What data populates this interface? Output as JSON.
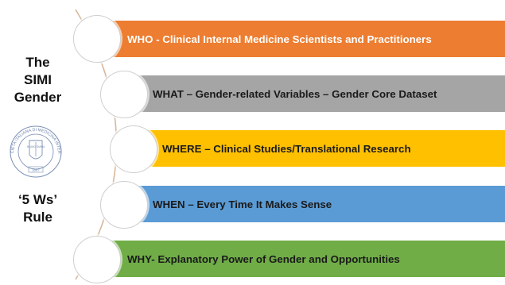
{
  "left": {
    "title_lines": [
      "The",
      "SIMI",
      "Gender"
    ],
    "rule_lines": [
      "‘5 Ws’",
      "Rule"
    ],
    "logo_text": "SOCIETA ITALIANA DI MEDICINA INTERNA",
    "logo_inner": "IN UNO OMNIA",
    "logo_year": "1887"
  },
  "items": [
    {
      "label": "WHO - Clinical Internal Medicine Scientists and Practitioners",
      "color": "#ED7D31"
    },
    {
      "label": "WHAT – Gender-related Variables – Gender Core Dataset",
      "color": "#A5A5A5"
    },
    {
      "label": "WHERE – Clinical Studies/Translational Research",
      "color": "#FFC000"
    },
    {
      "label": "WHEN –  Every Time It Makes Sense",
      "color": "#5B9BD5"
    },
    {
      "label": "WHY- Explanatory Power of Gender and Opportunities",
      "color": "#70AD47"
    }
  ]
}
